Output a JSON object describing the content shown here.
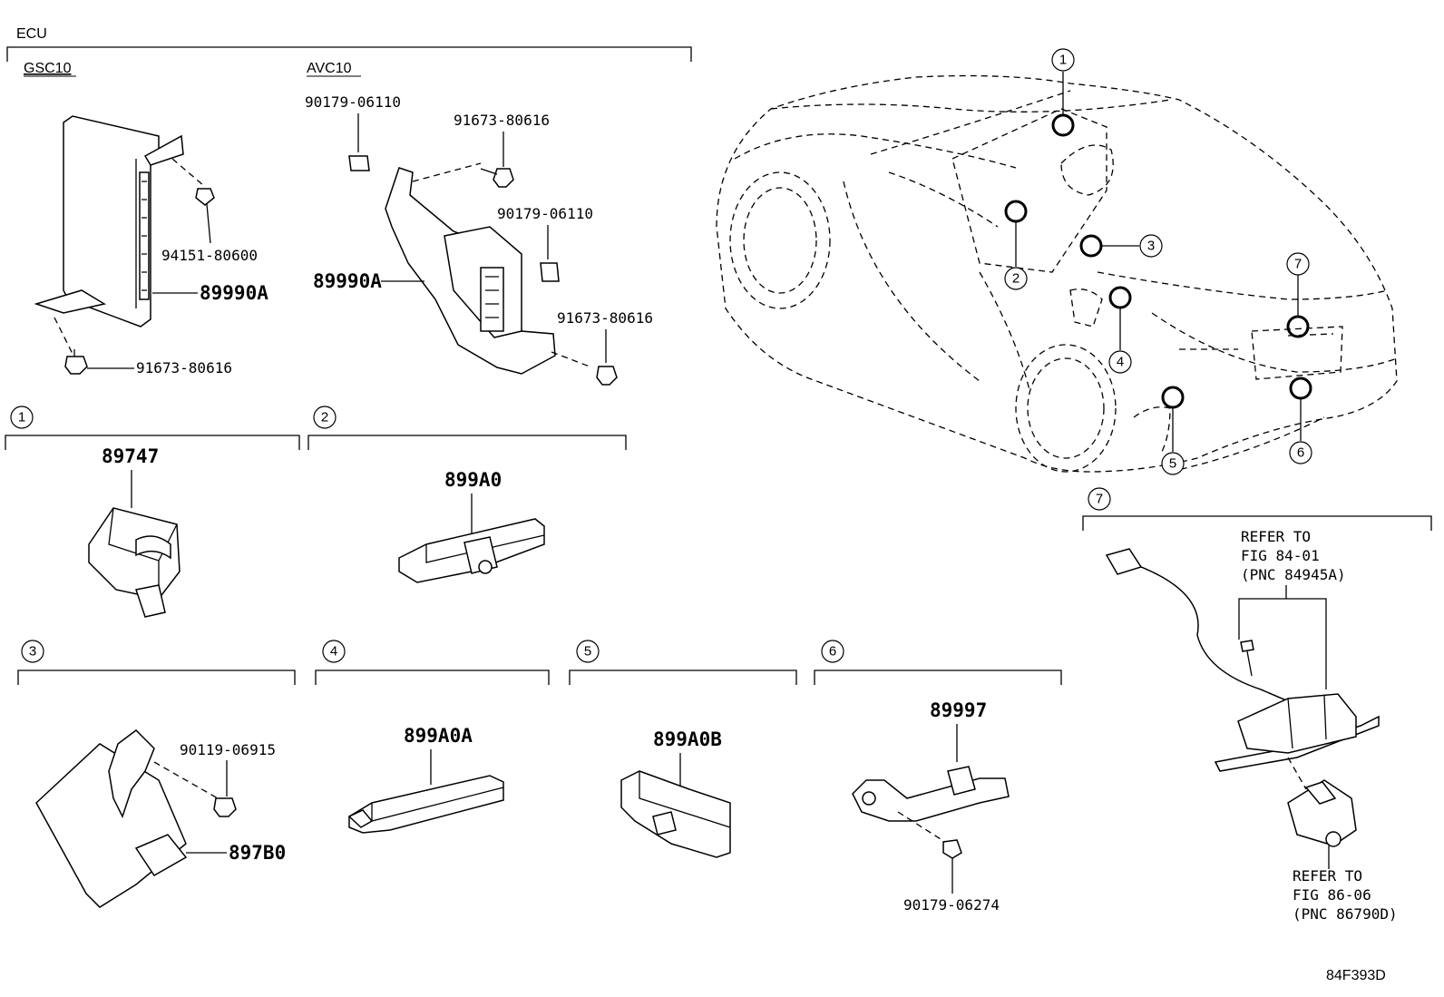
{
  "ecu": {
    "header": "ECU",
    "variant_left": "GSC10",
    "variant_right": "AVC10",
    "left_parts": {
      "main": "89990A",
      "clip": "94151-80600",
      "bolt": "91673-80616"
    },
    "right_parts": {
      "clip_top": "90179-06110",
      "bolt_top": "91673-80616",
      "clip_mid": "90179-06110",
      "bolt_bottom": "91673-80616",
      "main": "89990A"
    }
  },
  "sections": [
    {
      "num": "1",
      "part": "89747"
    },
    {
      "num": "2",
      "part": "899A0"
    },
    {
      "num": "3",
      "part": "897B0",
      "bolt": "90119-06915"
    },
    {
      "num": "4",
      "part": "899A0A"
    },
    {
      "num": "5",
      "part": "899A0B"
    },
    {
      "num": "6",
      "part": "89997",
      "clip": "90179-06274"
    },
    {
      "num": "7"
    }
  ],
  "car_callouts": [
    "1",
    "2",
    "3",
    "4",
    "5",
    "6",
    "7"
  ],
  "refer_1": [
    "REFER TO",
    "FIG 84-01",
    "(PNC 84945A)"
  ],
  "refer_2": [
    "REFER TO",
    "FIG 86-06",
    "(PNC 86790D)"
  ],
  "figure_code": "84F393D"
}
